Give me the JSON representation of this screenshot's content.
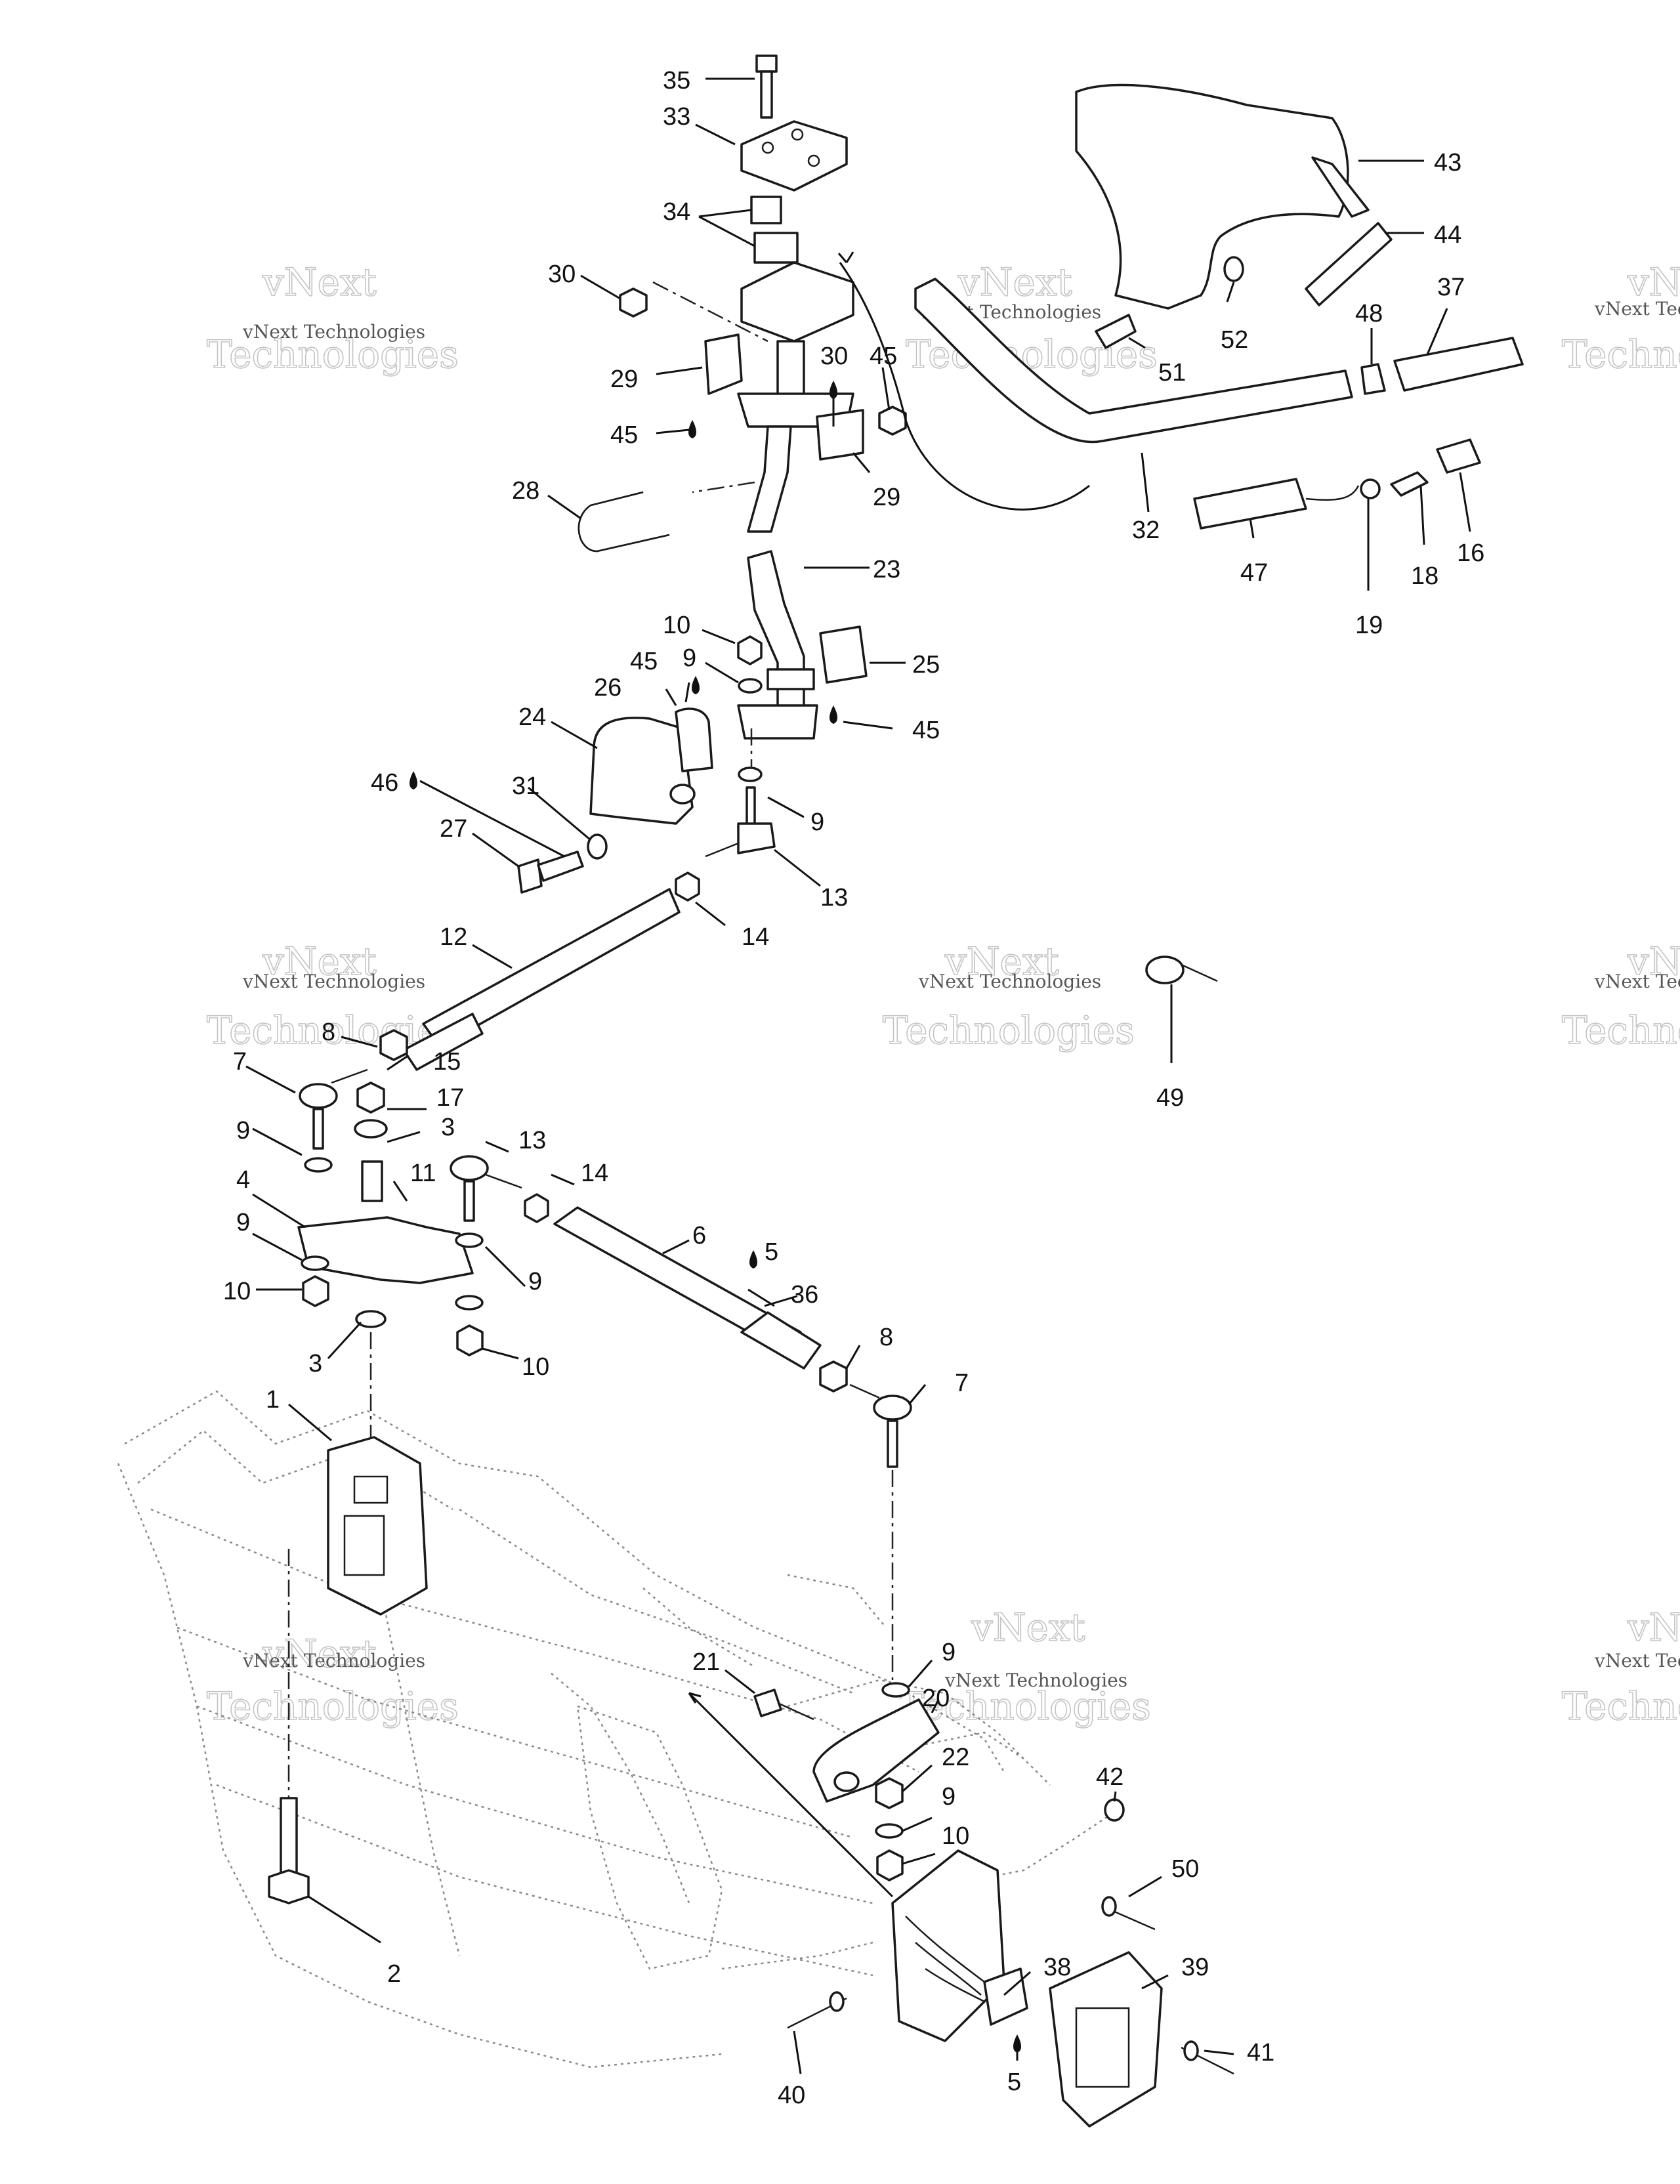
{
  "watermark": {
    "line1": "vNext",
    "line2": "vNext Technologies",
    "line3": "Technologies"
  },
  "callouts": [
    "35",
    "33",
    "34",
    "30",
    "29",
    "45",
    "30",
    "45",
    "29",
    "28",
    "23",
    "10",
    "9",
    "25",
    "45",
    "26",
    "24",
    "45",
    "46",
    "31",
    "27",
    "9",
    "13",
    "14",
    "12",
    "8",
    "15",
    "7",
    "17",
    "3",
    "13",
    "9",
    "11",
    "14",
    "4",
    "9",
    "6",
    "5",
    "36",
    "10",
    "9",
    "3",
    "10",
    "8",
    "7",
    "1",
    "21",
    "9",
    "20",
    "22",
    "9",
    "10",
    "2",
    "42",
    "50",
    "38",
    "39",
    "40",
    "5",
    "41",
    "43",
    "44",
    "37",
    "48",
    "52",
    "51",
    "32",
    "47",
    "19",
    "18",
    "16",
    "49"
  ]
}
